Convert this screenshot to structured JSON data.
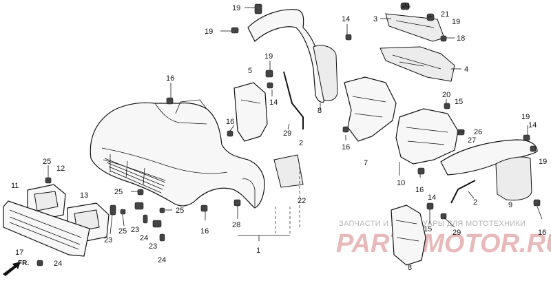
{
  "watermark": {
    "small_text": "ЗАПЧАСТИ И АКСЕССУАРЫ ДЛЯ МОТОТЕХНИКИ",
    "brand_text": "PARTSMOTOR.RU",
    "color": "#e8b9b9"
  },
  "direction_marker": {
    "text": "FR.",
    "icon": "arrow-left-down-icon"
  },
  "callouts": [
    {
      "id": "c19a",
      "text": "19"
    },
    {
      "id": "c19b",
      "text": "19"
    },
    {
      "id": "c14a",
      "text": "14"
    },
    {
      "id": "c21a",
      "text": "21"
    },
    {
      "id": "c3",
      "text": "3"
    },
    {
      "id": "c21b",
      "text": "21"
    },
    {
      "id": "c19c",
      "text": "19"
    },
    {
      "id": "c18",
      "text": "18"
    },
    {
      "id": "c4",
      "text": "4"
    },
    {
      "id": "c19d",
      "text": "19"
    },
    {
      "id": "c5",
      "text": "5"
    },
    {
      "id": "c16a",
      "text": "16"
    },
    {
      "id": "c14b",
      "text": "14"
    },
    {
      "id": "c8a",
      "text": "8"
    },
    {
      "id": "c20",
      "text": "20"
    },
    {
      "id": "c15a",
      "text": "15"
    },
    {
      "id": "c16b",
      "text": "16"
    },
    {
      "id": "c29a",
      "text": "29"
    },
    {
      "id": "c2a",
      "text": "2"
    },
    {
      "id": "c26",
      "text": "26"
    },
    {
      "id": "c27",
      "text": "27"
    },
    {
      "id": "c19e",
      "text": "19"
    },
    {
      "id": "c14c",
      "text": "14"
    },
    {
      "id": "c16c",
      "text": "16"
    },
    {
      "id": "c7",
      "text": "7"
    },
    {
      "id": "c19f",
      "text": "19"
    },
    {
      "id": "c25a",
      "text": "25"
    },
    {
      "id": "c12",
      "text": "12"
    },
    {
      "id": "c10",
      "text": "10"
    },
    {
      "id": "c16d",
      "text": "16"
    },
    {
      "id": "c11",
      "text": "11"
    },
    {
      "id": "c13",
      "text": "13"
    },
    {
      "id": "c25b",
      "text": "25"
    },
    {
      "id": "c22",
      "text": "22"
    },
    {
      "id": "c2b",
      "text": "2"
    },
    {
      "id": "c14d",
      "text": "14"
    },
    {
      "id": "c9",
      "text": "9"
    },
    {
      "id": "c25c",
      "text": "25"
    },
    {
      "id": "c23a",
      "text": "23"
    },
    {
      "id": "c25d",
      "text": "25"
    },
    {
      "id": "c23b",
      "text": "23"
    },
    {
      "id": "c24a",
      "text": "24"
    },
    {
      "id": "c16e",
      "text": "16"
    },
    {
      "id": "c28",
      "text": "28"
    },
    {
      "id": "c15b",
      "text": "15"
    },
    {
      "id": "c16f",
      "text": "16"
    },
    {
      "id": "c29b",
      "text": "29"
    },
    {
      "id": "c23c",
      "text": "23"
    },
    {
      "id": "c1",
      "text": "1"
    },
    {
      "id": "c17",
      "text": "17"
    },
    {
      "id": "c24b",
      "text": "24"
    },
    {
      "id": "c24c",
      "text": "24"
    },
    {
      "id": "c8b",
      "text": "8"
    }
  ]
}
